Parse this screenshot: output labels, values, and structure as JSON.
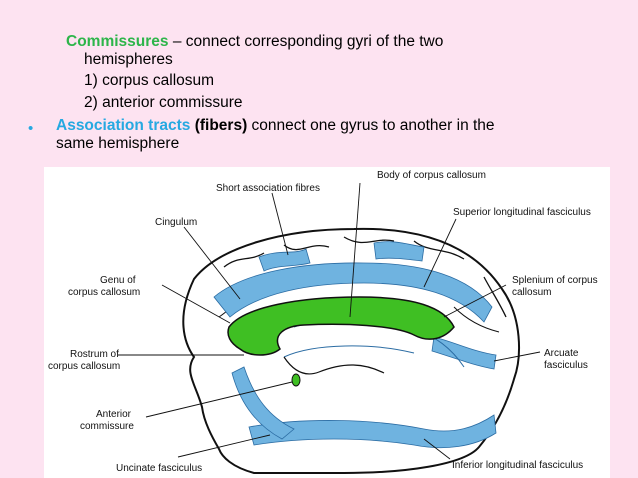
{
  "commissures": {
    "term": "Commissures",
    "rest": " – connect corresponding gyri of the two",
    "cont": "hemispheres",
    "items": [
      "1) corpus callosum",
      "2)  anterior commissure"
    ]
  },
  "association": {
    "bullet": "•",
    "term": "Association tracts",
    "paren": " (fibers)",
    "rest": "  connect one gyrus to another in the",
    "cont": "same hemisphere"
  },
  "figure_labels": {
    "body_cc": "Body of corpus callosum",
    "short_assoc": "Short association fibres",
    "sup_long": "Superior longitudinal fasciculus",
    "cingulum": "Cingulum",
    "genu_1": "Genu of",
    "genu_2": "corpus callosum",
    "splenium_1": "Splenium of corpus",
    "splenium_2": "callosum",
    "rostrum_1": "Rostrum of",
    "rostrum_2": "corpus callosum",
    "arcuate_1": "Arcuate",
    "arcuate_2": "fasciculus",
    "anterior_1": "Anterior",
    "anterior_2": "commissure",
    "uncinate": "Uncinate fasciculus",
    "inf_long": "Inferior longitudinal fasciculus"
  },
  "colors": {
    "background": "#fde3f1",
    "green_term": "#2db54a",
    "blue_term": "#26a9e1",
    "fiber_blue": "#6fb3e0",
    "callosum_green": "#3fbf23"
  }
}
